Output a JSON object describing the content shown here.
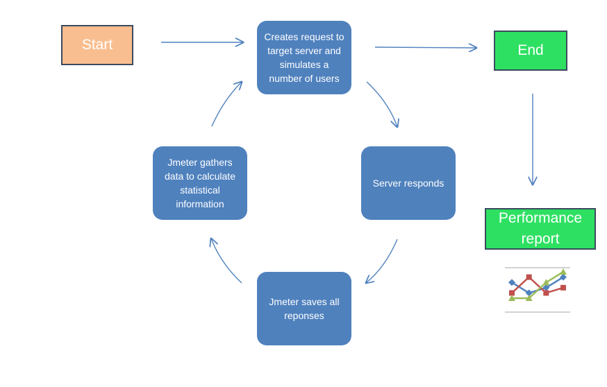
{
  "nodes": {
    "start": "Start",
    "request": "Creates request to\ntarget server and\nsimulates a\nnumber of users",
    "respond": "Server responds",
    "save": "Jmeter saves all\nreponses",
    "gather": "Jmeter gathers\ndata to calculate\nstatistical\ninformation",
    "end": "End",
    "report": "Performance\nreport"
  },
  "colors": {
    "start_fill": "#f9be8f",
    "process_fill": "#4f81bd",
    "terminal_fill": "#2ee062",
    "arrow": "#4f81bd",
    "series_blue": "#4f81bd",
    "series_red": "#c0504d",
    "series_green": "#9bbb59"
  },
  "mini_chart": {
    "type": "line",
    "series": [
      {
        "values": [
          3,
          1,
          2,
          4
        ]
      },
      {
        "values": [
          1,
          4,
          1,
          2
        ]
      },
      {
        "values": [
          0,
          0,
          3,
          5
        ]
      }
    ]
  }
}
